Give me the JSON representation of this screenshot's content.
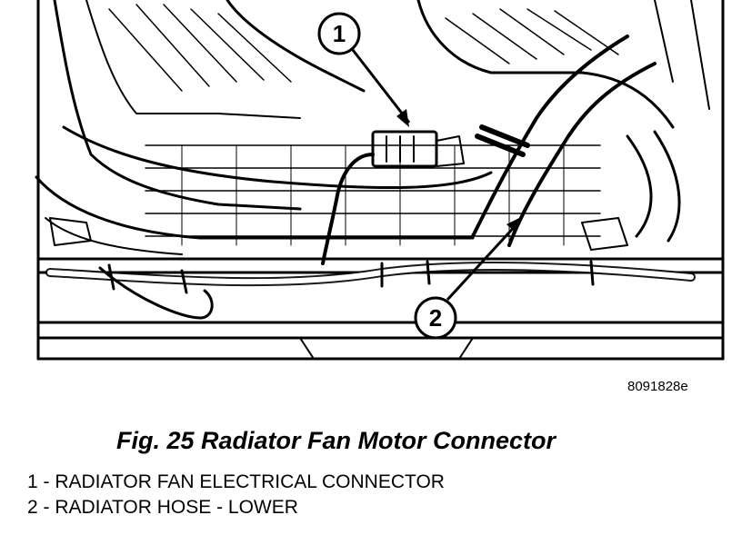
{
  "figure": {
    "code": "8091828e",
    "title": "Fig. 25 Radiator Fan Motor Connector"
  },
  "callouts": [
    {
      "number": "1"
    },
    {
      "number": "2"
    }
  ],
  "legend": [
    {
      "text": "1 - RADIATOR FAN ELECTRICAL CONNECTOR"
    },
    {
      "text": "2 - RADIATOR HOSE - LOWER"
    }
  ]
}
